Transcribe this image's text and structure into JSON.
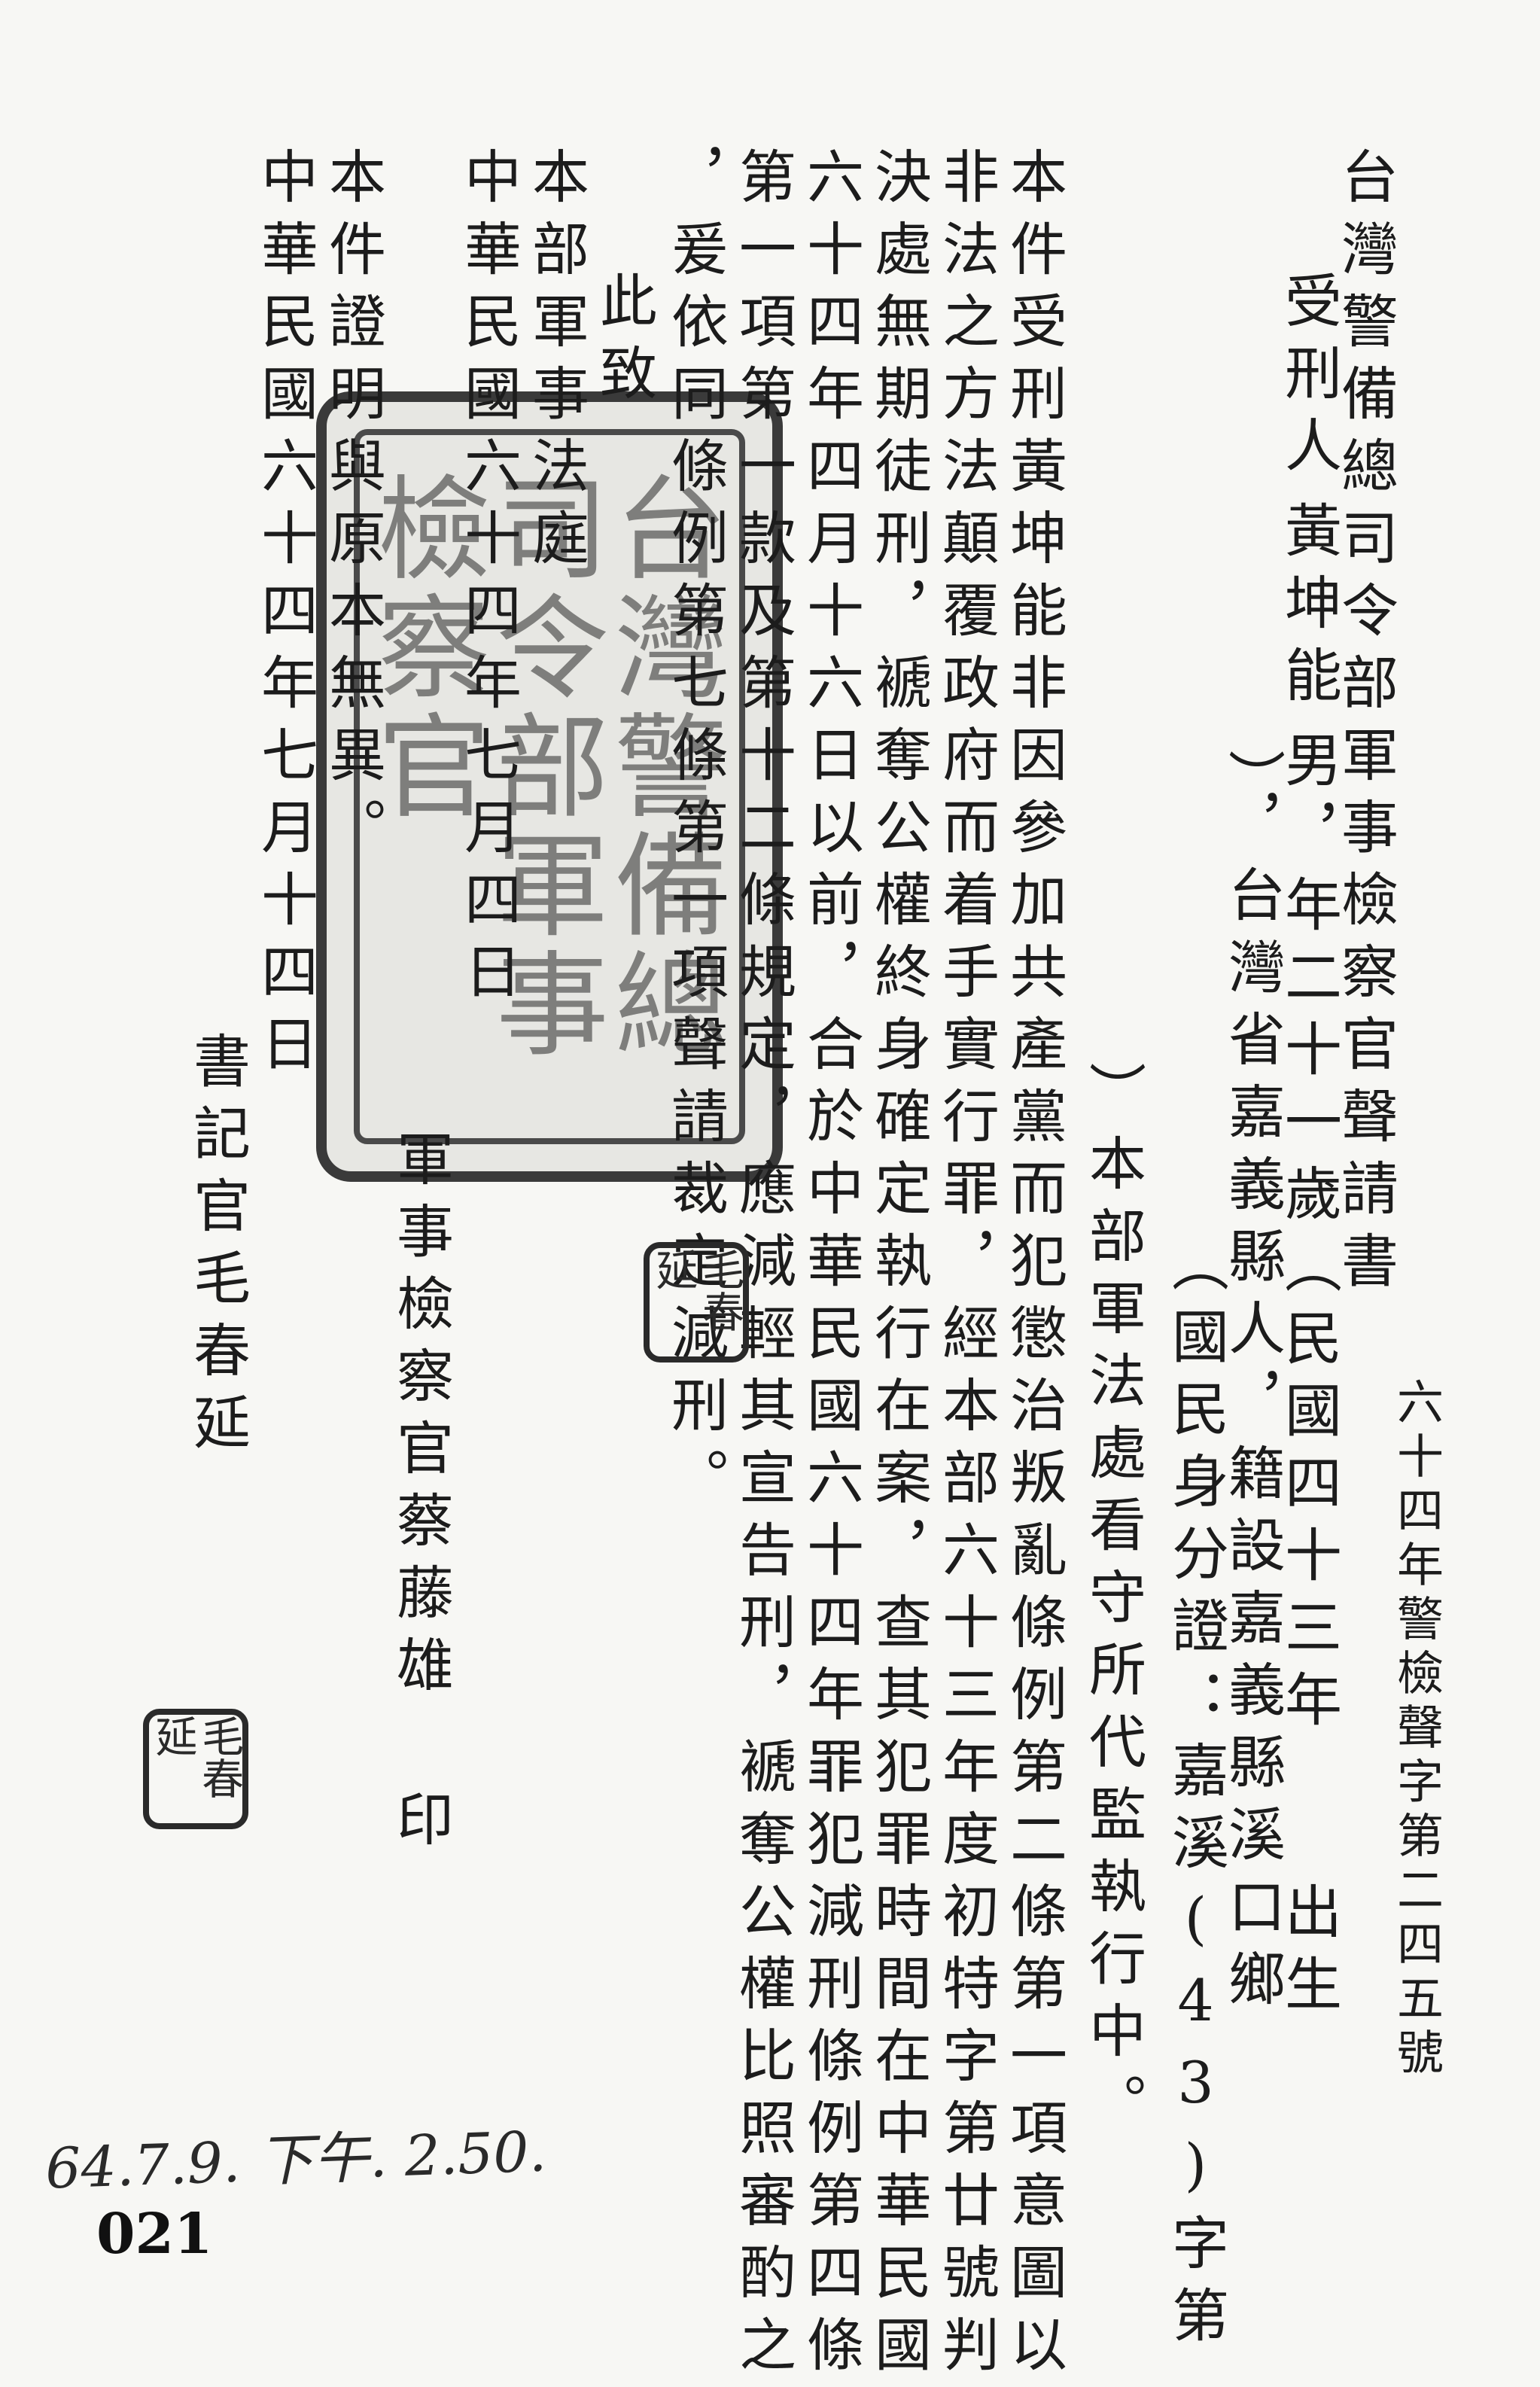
{
  "document": {
    "doc_number": "六十四年警檢聲字第二四五號",
    "title": "台灣警備總司令部軍事檢察官聲請書",
    "person_label": "受刑人",
    "person_name": "黃坤能",
    "person_details": "男，年二十一歲（民國四十三年",
    "birth_label": "出生",
    "birthplace": "），台灣省嘉義縣人，籍設嘉義縣溪口鄉",
    "id_card": "（國民身分證：嘉溪(43)字第",
    "custody": "）本部軍法處看守所代監執行中。",
    "body_lines": [
      "本件受刑黃坤能非因參加共產黨而犯懲治叛亂條例第二條第一項意圖以",
      "非法之方法顛覆政府而着手實行罪，經本部六十三年度初特字第廿號判",
      "決處無期徒刑，褫奪公權終身確定執行在案，查其犯罪時間在中華民國",
      "六十四年四月十六日以前，合於中華民國六十四年罪犯減刑條例第四條",
      "第一項第一款及第十二條規定，應減輕其宣告刑，褫奪公權比照審酌之",
      "，爰依同條例第七條第一項聲請裁定減刑。"
    ],
    "addressee_prefix": "此致",
    "addressee_org": "本部軍事法庭",
    "date_line": "中華民國六十四年七月四日",
    "prosecutor": "軍事檢察官蔡藤雄 印",
    "certify_line": "本件證明與原本無異。",
    "final_date": "中華民國六十四年七月十四日",
    "clerk": "書記官毛春延",
    "seal_text": "台灣警備總司令部軍事檢察官",
    "stamp_text": "毛春延",
    "stamp_text_2": "毛春延",
    "handwritten_note": "64.7.9. 下午. 2.50.",
    "page_number": "021"
  },
  "colors": {
    "ink": "#1c1c1c",
    "paper": "#f7f7f4",
    "seal": "#3a3a3a"
  }
}
